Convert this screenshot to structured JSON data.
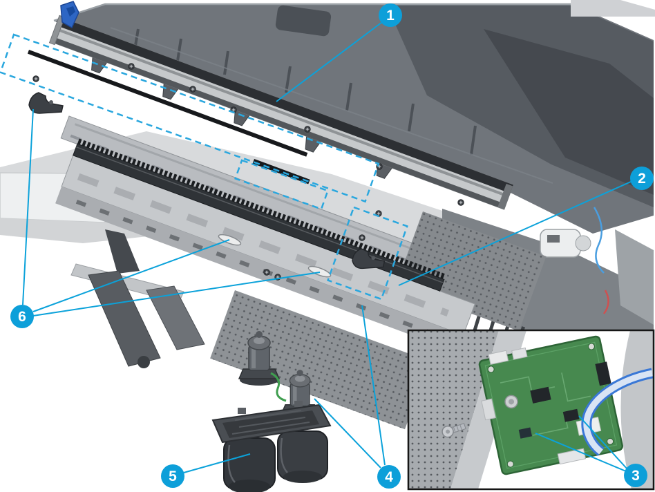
{
  "callouts": [
    {
      "label": "1"
    },
    {
      "label": "2"
    },
    {
      "label": "3"
    },
    {
      "label": "4"
    },
    {
      "label": "5"
    },
    {
      "label": "6"
    }
  ],
  "colors": {
    "callout_blue": "#0d9fd9",
    "leader_blue": "#0ba2da",
    "dashed_blue": "#2aa7de",
    "pcb_green": "#47894f",
    "cable_blue": "#3a78d6",
    "clip_blue": "#2e66c4",
    "wire_green": "#3f9e4f"
  }
}
